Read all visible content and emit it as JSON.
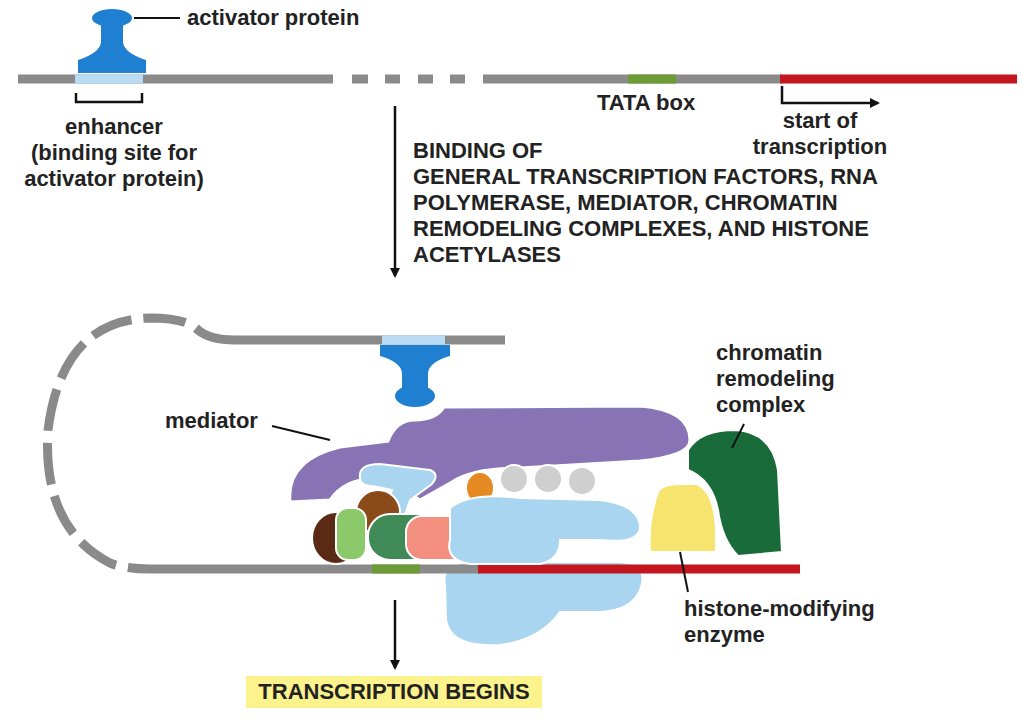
{
  "diagram": {
    "nodes": [
      {
        "text": [
          "TRANSCRIPTION BEGINS"
        ]
      }
    ],
    "labels": [
      "activator protein",
      "enhancer (binding site for activator protein)",
      "TATA box",
      "start of transcription",
      "BINDING OF GENERAL TRANSCRIPTION FACTORS, RNA POLYMERASE, MEDIATOR, CHROMATIN REMODELING COMPLEXES, AND HISTONE ACETYLASES",
      "mediator",
      "chromatin remodeling complex",
      "histone-modifying enzyme"
    ]
  }
}
